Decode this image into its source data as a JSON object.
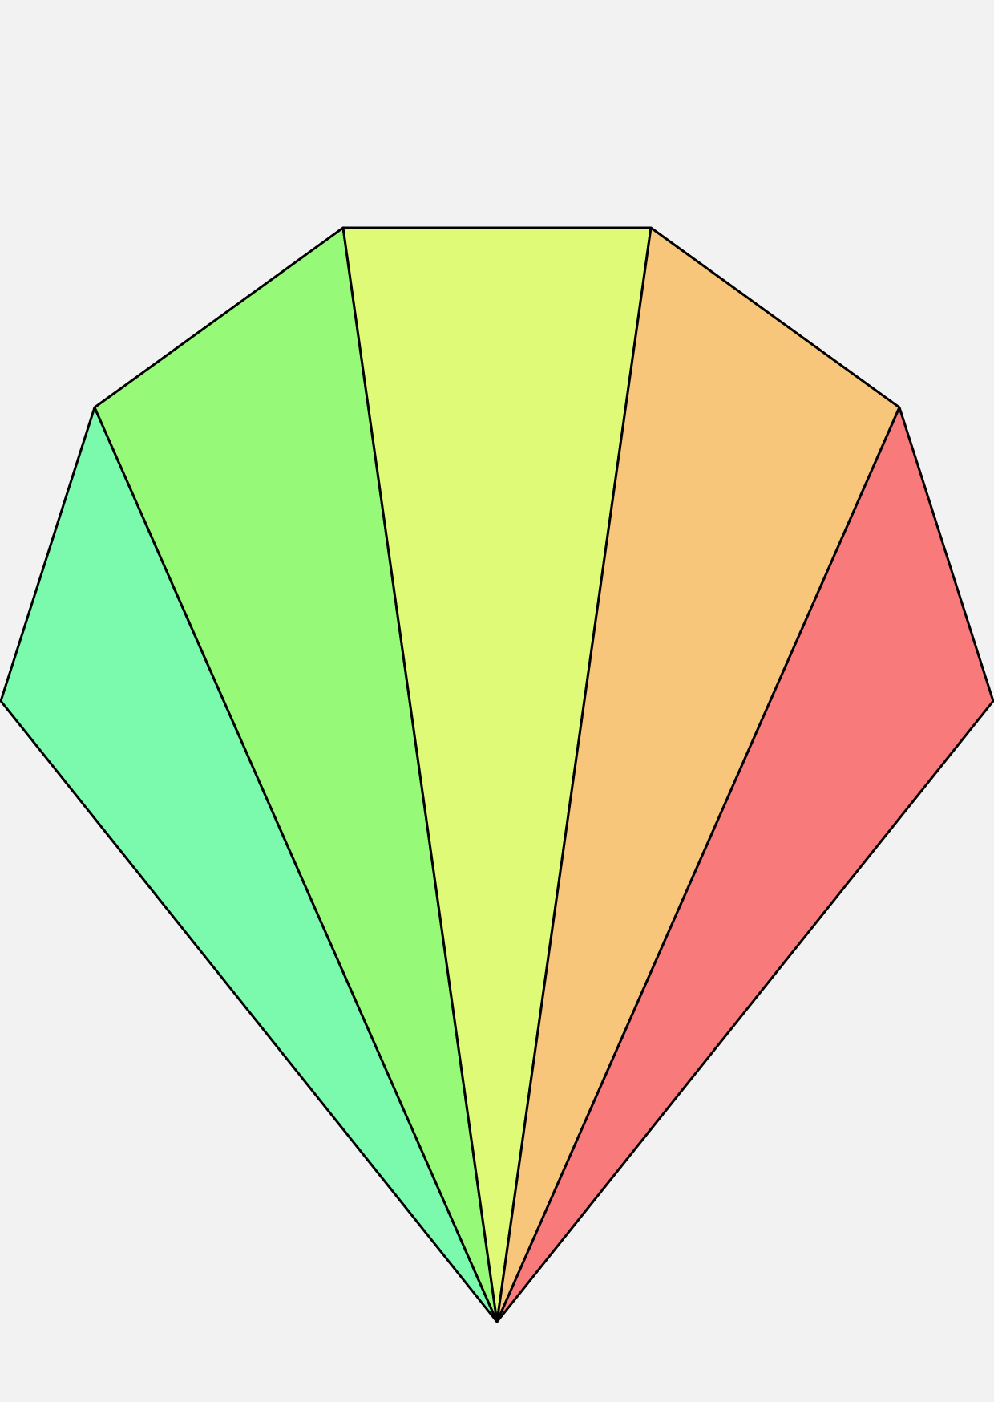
{
  "figure": {
    "shape": "fan of five triangles sharing a bottom apex",
    "background": "#f2f2f2",
    "stroke_color": "#000000",
    "sectors": [
      {
        "id": "sector-1",
        "fill": "#7bf9ad"
      },
      {
        "id": "sector-2",
        "fill": "#96f977"
      },
      {
        "id": "sector-3",
        "fill": "#dffa77"
      },
      {
        "id": "sector-4",
        "fill": "#f8c67a"
      },
      {
        "id": "sector-5",
        "fill": "#f87a7a"
      }
    ]
  }
}
